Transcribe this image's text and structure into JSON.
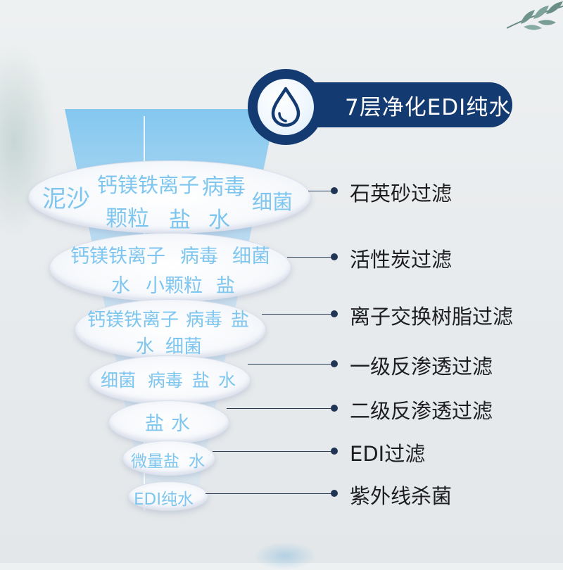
{
  "title": "7层净化EDI纯水",
  "icon": "water-drop-icon",
  "colors": {
    "title_bg": "#143a72",
    "layer_text": "#7ec6ef",
    "label_text": "#1d1d1f"
  },
  "layers": [
    {
      "words": [
        "泥沙",
        "钙镁铁离子",
        "病毒",
        "细菌",
        "颗粒",
        "盐",
        "水"
      ],
      "label": "石英砂过滤"
    },
    {
      "words": [
        "钙镁铁离子",
        "病毒",
        "细菌",
        "水",
        "小颗粒",
        "盐"
      ],
      "label": "活性炭过滤"
    },
    {
      "words": [
        "钙镁铁离子",
        "病毒",
        "盐",
        "水",
        "细菌"
      ],
      "label": "离子交换树脂过滤"
    },
    {
      "words": [
        "细菌",
        "病毒",
        "盐",
        "水"
      ],
      "label": "一级反渗透过滤"
    },
    {
      "words": [
        "盐",
        "水"
      ],
      "label": "二级反渗透过滤"
    },
    {
      "words": [
        "微量盐",
        "水"
      ],
      "label": "EDI过滤"
    },
    {
      "words": [
        "EDI纯水"
      ],
      "label": "紫外线杀菌"
    }
  ]
}
